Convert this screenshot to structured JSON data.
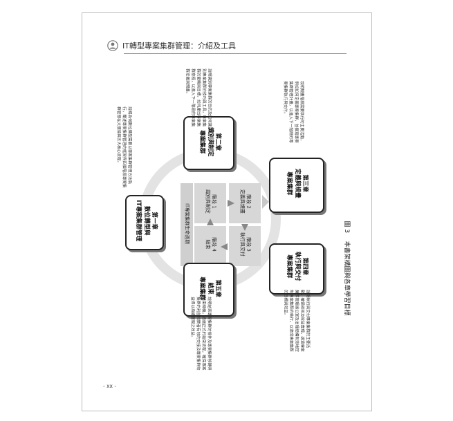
{
  "header": {
    "title": "IT轉型專案集群管理：介紹及工具"
  },
  "diagram": {
    "center_title": "IT專案集群生命週期",
    "stages": [
      {
        "stage": "階段 1",
        "name": "識別與制定"
      },
      {
        "stage": "階段 2",
        "name": "定義與規畫"
      },
      {
        "stage": "階段 3",
        "name": "執行與交付"
      },
      {
        "stage": "階段 4",
        "name": "結束"
      }
    ],
    "chapters": [
      {
        "chapter": "第一章",
        "lines": [
          "數位轉型與",
          "IT專案集群管理"
        ],
        "desc": "說明為何數位轉型需要以專案集群管理方法執行，闡述專案集群管理的框架與四個階段專案集群管理在大環境與五大核心流程。"
      },
      {
        "chapter": "第二章",
        "lines": [
          "識別與制定",
          "專案集群"
        ],
        "desc": "說明識別專案集群的目的及如何識別專案集群的技巧與工具，專案集群的範疇與目標，如何產出專案集群章程，以進入下一階段的專案集群定義與規畫。"
      },
      {
        "chapter": "第三章",
        "lines": [
          "定義與規畫",
          "專案集群"
        ],
        "desc": "說明規畫階段需要執行的主要活動，例如如何定義專案集群，並撰寫專案集群管理計畫，以進入下一階段的專案集群執行與交付。"
      },
      {
        "chapter": "第四章",
        "lines": [
          "執行與交付",
          "專案集群"
        ],
        "desc": "說明執行與交付專案集群的主要活動，確保綜效及效益實現，透過專案集群管理辦公室及治理結構有效地控制專案集群的執行，以達成專案集群的目標與效益。"
      },
      {
        "chapter": "第五章",
        "lines": [
          "結束",
          "專案集群"
        ],
        "desc": "說明結束專案集群的條件及專案集群移轉與結束時機，透過正式的結束流程，確保專案集群的利益相關者有效的交接及專案集群效益得以持續實現之效益。"
      }
    ]
  },
  "caption": {
    "figure": "圖 3",
    "text": "本書架構圖與各章學習目標"
  },
  "footer": {
    "page_number": "- xx -"
  },
  "colors": {
    "border": "#222222",
    "stage_fill": "#d7d7d7",
    "arrow_fill": "#c8c8c8",
    "circle_stroke": "#e3e3e3"
  }
}
